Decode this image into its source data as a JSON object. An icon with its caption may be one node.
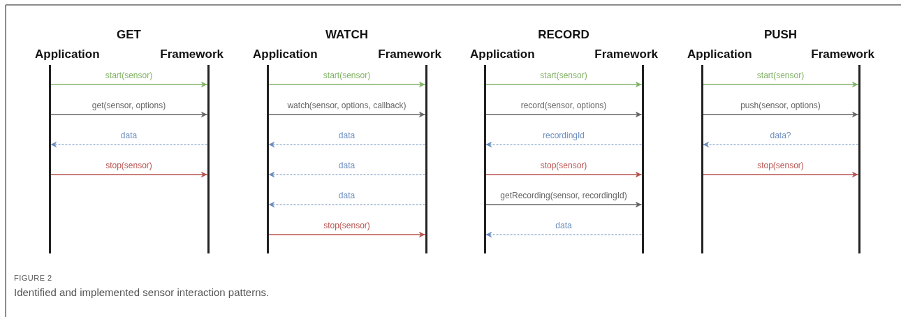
{
  "diagram": {
    "caption": "Identified and implemented sensor interaction patterns.",
    "nodes": [
      {
        "text": [
          "Application"
        ]
      },
      {
        "text": [
          "Framework"
        ]
      },
      {
        "text": [
          "Application"
        ]
      },
      {
        "text": [
          "Framework"
        ]
      },
      {
        "text": [
          "Application"
        ]
      },
      {
        "text": [
          "Framework"
        ]
      },
      {
        "text": [
          "Application"
        ]
      },
      {
        "text": [
          "Framework"
        ]
      }
    ],
    "edges": [
      {
        "from": 0,
        "to": 1,
        "arrow": "to",
        "label": "start(sensor)",
        "color": "#82b366"
      },
      {
        "from": 0,
        "to": 1,
        "arrow": "to",
        "label": "get(sensor, options)",
        "color": "#666666"
      },
      {
        "from": 1,
        "to": 0,
        "arrow": "to",
        "label": "data",
        "style": "dashed",
        "color": "#6c8ebf"
      },
      {
        "from": 0,
        "to": 1,
        "arrow": "to",
        "label": "stop(sensor)",
        "color": "#b85450"
      },
      {
        "from": 2,
        "to": 3,
        "arrow": "to",
        "label": "start(sensor)",
        "color": "#82b366"
      },
      {
        "from": 2,
        "to": 3,
        "arrow": "to",
        "label": "watch(sensor, options, callback)",
        "color": "#666666"
      },
      {
        "from": 3,
        "to": 2,
        "arrow": "to",
        "label": "data",
        "style": "dashed",
        "color": "#6c8ebf"
      },
      {
        "from": 3,
        "to": 2,
        "arrow": "to",
        "label": "data",
        "style": "dashed",
        "color": "#6c8ebf"
      },
      {
        "from": 3,
        "to": 2,
        "arrow": "to",
        "label": "data",
        "style": "dashed",
        "color": "#6c8ebf"
      },
      {
        "from": 2,
        "to": 3,
        "arrow": "to",
        "label": "stop(sensor)",
        "color": "#b85450"
      },
      {
        "from": 4,
        "to": 5,
        "arrow": "to",
        "label": "start(sensor)",
        "color": "#82b366"
      },
      {
        "from": 4,
        "to": 5,
        "arrow": "to",
        "label": "record(sensor, options)",
        "color": "#666666"
      },
      {
        "from": 5,
        "to": 4,
        "arrow": "to",
        "label": "recordingId",
        "style": "dashed",
        "color": "#6c8ebf"
      },
      {
        "from": 4,
        "to": 5,
        "arrow": "to",
        "label": "stop(sensor)",
        "color": "#b85450"
      },
      {
        "from": 4,
        "to": 5,
        "arrow": "to",
        "label": "getRecording(sensor, recordingId)",
        "color": "#666666"
      },
      {
        "from": 5,
        "to": 4,
        "arrow": "to",
        "label": "data",
        "style": "dashed",
        "color": "#6c8ebf"
      },
      {
        "from": 6,
        "to": 7,
        "arrow": "to",
        "label": "start(sensor)",
        "color": "#82b366"
      },
      {
        "from": 6,
        "to": 7,
        "arrow": "to",
        "label": "push(sensor, options)",
        "color": "#666666"
      },
      {
        "from": 7,
        "to": 6,
        "arrow": "to",
        "label": "data?",
        "style": "dashed",
        "color": "#6c8ebf"
      },
      {
        "from": 6,
        "to": 7,
        "arrow": "to",
        "label": "stop(sensor)",
        "color": "#b85450"
      }
    ],
    "labels": [
      "GET",
      "WATCH",
      "RECORD",
      "PUSH",
      "FIGURE 2"
    ]
  }
}
